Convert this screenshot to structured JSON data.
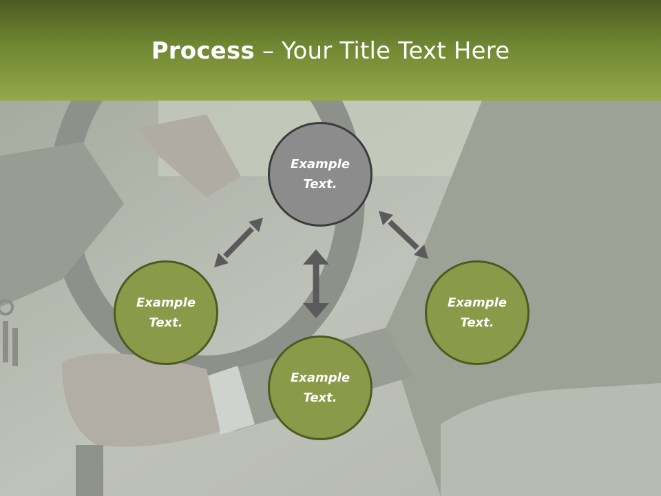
{
  "slide": {
    "title_bold": "Process",
    "title_rest": " – Your Title Text Here"
  },
  "nodes": [
    {
      "label": "Example\nText.",
      "fill": "#8c8c8c"
    },
    {
      "label": "Example\nText.",
      "fill": "#8a9a48"
    },
    {
      "label": "Example\nText.",
      "fill": "#8a9a48"
    },
    {
      "label": "Example\nText.",
      "fill": "#8a9a48"
    }
  ],
  "colors": {
    "header_dark": "#4a5b22",
    "header_light": "#95a84a",
    "arrow": "#5a5a5a",
    "node_border": "#3b3b3b"
  }
}
